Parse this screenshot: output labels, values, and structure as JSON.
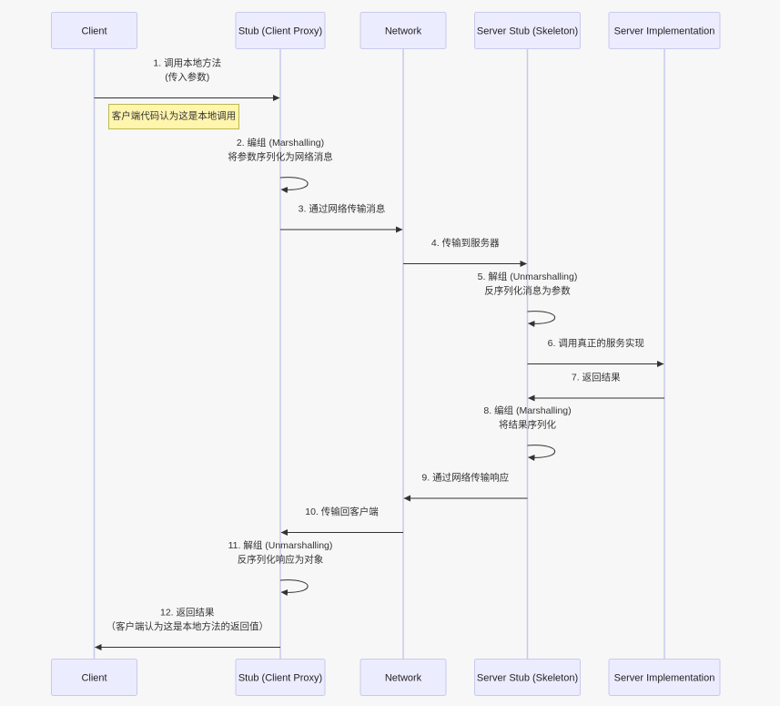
{
  "participants": [
    {
      "id": "client",
      "label": "Client"
    },
    {
      "id": "stub",
      "label": "Stub (Client Proxy)"
    },
    {
      "id": "network",
      "label": "Network"
    },
    {
      "id": "skeleton",
      "label": "Server Stub (Skeleton)"
    },
    {
      "id": "impl",
      "label": "Server Implementation"
    }
  ],
  "messages": [
    {
      "from": "client",
      "to": "stub",
      "lines": [
        "1. 调用本地方法",
        "(传入参数)"
      ]
    },
    {
      "note": true,
      "over": "client",
      "text": "客户端代码认为这是本地调用"
    },
    {
      "from": "stub",
      "to": "stub",
      "lines": [
        "2. 编组 (Marshalling)",
        "将参数序列化为网络消息"
      ]
    },
    {
      "from": "stub",
      "to": "network",
      "lines": [
        "3. 通过网络传输消息"
      ]
    },
    {
      "from": "network",
      "to": "skeleton",
      "lines": [
        "4. 传输到服务器"
      ]
    },
    {
      "from": "skeleton",
      "to": "skeleton",
      "lines": [
        "5. 解组 (Unmarshalling)",
        "反序列化消息为参数"
      ]
    },
    {
      "from": "skeleton",
      "to": "impl",
      "lines": [
        "6. 调用真正的服务实现"
      ]
    },
    {
      "from": "impl",
      "to": "skeleton",
      "lines": [
        "7. 返回结果"
      ]
    },
    {
      "from": "skeleton",
      "to": "skeleton",
      "lines": [
        "8. 编组 (Marshalling)",
        "将结果序列化"
      ]
    },
    {
      "from": "skeleton",
      "to": "network",
      "lines": [
        "9. 通过网络传输响应"
      ]
    },
    {
      "from": "network",
      "to": "stub",
      "lines": [
        "10. 传输回客户端"
      ]
    },
    {
      "from": "stub",
      "to": "stub",
      "lines": [
        "11. 解组 (Unmarshalling)",
        "反序列化响应为对象"
      ]
    },
    {
      "from": "stub",
      "to": "client",
      "lines": [
        "12. 返回结果",
        "（客户端认为这是本地方法的返回值）"
      ]
    }
  ]
}
